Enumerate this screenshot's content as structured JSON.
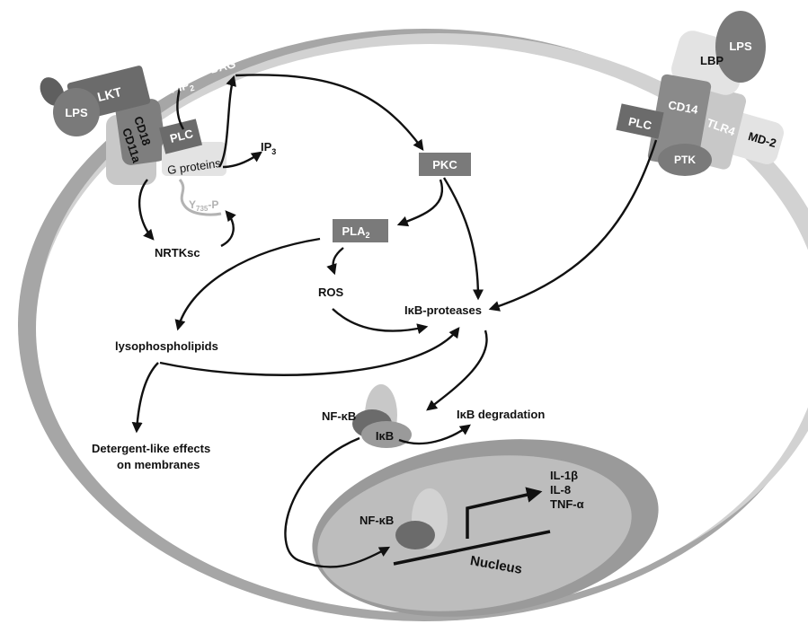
{
  "labels": {
    "lps_left": "LPS",
    "lkt": "LKT",
    "cd11a": "CD11a",
    "cd18": "CD18",
    "plc_left": "PLC",
    "g_proteins": "G proteins",
    "pip2": "PIP",
    "pip2_sub": "2",
    "dag": "DAG",
    "ip3": "IP",
    "ip3_sub": "3",
    "y735": "Y",
    "y735_sub": "735",
    "y735_p": "-P",
    "nrtksc": "NRTKsc",
    "pkc": "PKC",
    "pla2": "PLA",
    "pla2_sub": "2",
    "ros": "ROS",
    "ikb_proteases": "IκB-proteases",
    "lysophospholipids": "lysophospholipids",
    "detergent_line1": "Detergent-like effects",
    "detergent_line2": "on membranes",
    "nfkb_cyto": "NF-κB",
    "ikb_complex": "IκB",
    "ikb_degradation": "IκB degradation",
    "nfkb_nucleus": "NF-κB",
    "il1b": "IL-1β",
    "il8": "IL-8",
    "tnfa": "TNF-α",
    "nucleus": "Nucleus",
    "lps_right": "LPS",
    "lbp": "LBP",
    "cd14": "CD14",
    "tlr4": "TLR4",
    "md2": "MD-2",
    "plc_right": "PLC",
    "ptk": "PTK"
  },
  "colors": {
    "membrane_outer": "#a6a6a6",
    "membrane_inner": "#cfcfcf",
    "dark_protein": "#6b6b6b",
    "mid_protein": "#8a8a8a",
    "light_protein": "#c8c8c8",
    "pale_protein": "#e3e3e3",
    "nucleus_outer": "#9a9a9a",
    "nucleus_inner": "#bdbdbd",
    "arrow": "#111111"
  }
}
